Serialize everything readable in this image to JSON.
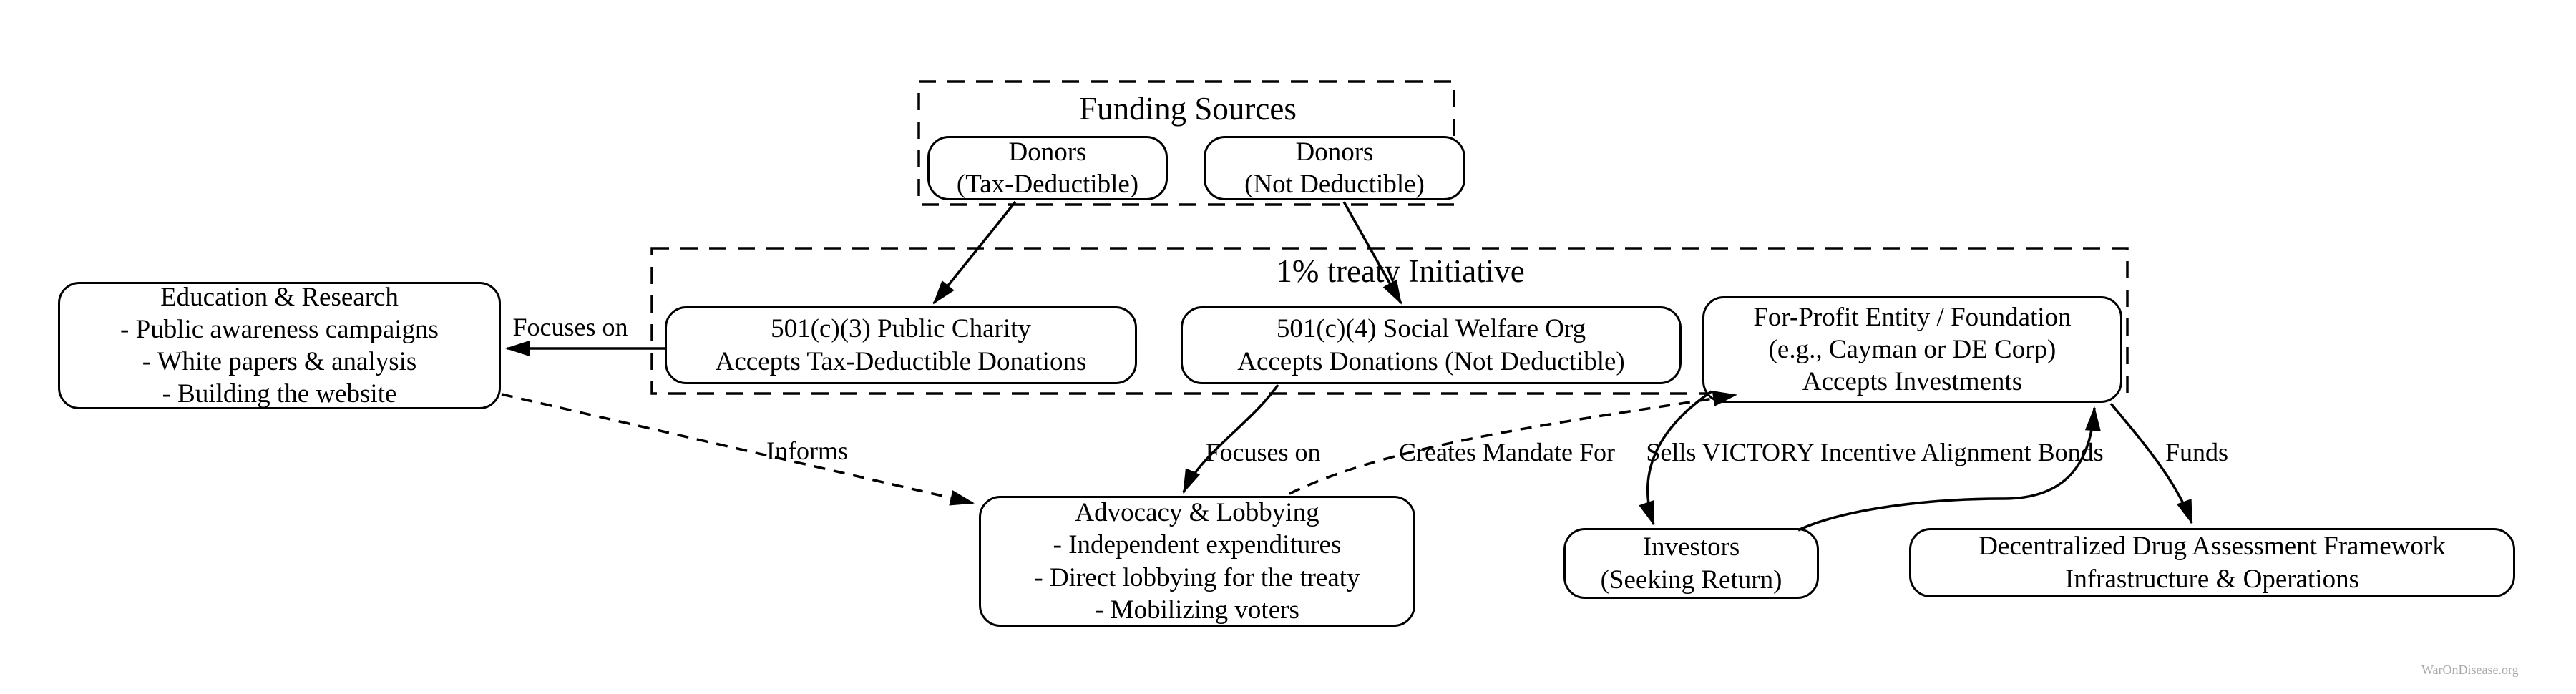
{
  "diagram": {
    "containers": [
      {
        "id": "funding",
        "title": "Funding Sources"
      },
      {
        "id": "treaty",
        "title": "1% treaty Initiative"
      }
    ],
    "nodes": [
      {
        "id": "donors-tax-deductible",
        "lines": [
          "Donors",
          "(Tax-Deductible)"
        ]
      },
      {
        "id": "donors-not-deductible",
        "lines": [
          "Donors",
          "(Not Deductible)"
        ]
      },
      {
        "id": "501c3-public-charity",
        "lines": [
          "501(c)(3) Public Charity",
          "Accepts Tax-Deductible Donations"
        ]
      },
      {
        "id": "501c4-social-welfare",
        "lines": [
          "501(c)(4) Social Welfare Org",
          "Accepts Donations (Not Deductible)"
        ]
      },
      {
        "id": "for-profit-entity",
        "lines": [
          "For-Profit Entity / Foundation",
          "(e.g., Cayman or DE Corp)",
          "Accepts Investments"
        ]
      },
      {
        "id": "education-research",
        "lines": [
          "Education & Research",
          "- Public awareness campaigns",
          "- White papers & analysis",
          "- Building the website"
        ]
      },
      {
        "id": "advocacy-lobbying",
        "lines": [
          "Advocacy & Lobbying",
          "- Independent expenditures",
          "- Direct lobbying for the treaty",
          "- Mobilizing voters"
        ]
      },
      {
        "id": "investors",
        "lines": [
          "Investors",
          "(Seeking Return)"
        ]
      },
      {
        "id": "ddaf",
        "lines": [
          "Decentralized Drug Assessment Framework",
          "Infrastructure & Operations"
        ]
      }
    ],
    "edges": [
      {
        "from": "donors-tax-deductible",
        "to": "501c3-public-charity",
        "style": "solid",
        "label": ""
      },
      {
        "from": "donors-not-deductible",
        "to": "501c4-social-welfare",
        "style": "solid",
        "label": ""
      },
      {
        "from": "501c3-public-charity",
        "to": "education-research",
        "style": "solid",
        "label": "Focuses on"
      },
      {
        "from": "education-research",
        "to": "advocacy-lobbying",
        "style": "dashed",
        "label": "Informs"
      },
      {
        "from": "501c4-social-welfare",
        "to": "advocacy-lobbying",
        "style": "solid",
        "label": "Focuses on"
      },
      {
        "from": "advocacy-lobbying",
        "to": "for-profit-entity",
        "style": "dashed",
        "label": "Creates Mandate For"
      },
      {
        "from": "for-profit-entity",
        "to": "investors",
        "style": "solid",
        "label": "Sells VICTORY Incentive Alignment Bonds"
      },
      {
        "from": "investors",
        "to": "for-profit-entity",
        "style": "solid",
        "label": ""
      },
      {
        "from": "for-profit-entity",
        "to": "ddaf",
        "style": "solid",
        "label": "Funds"
      }
    ],
    "watermark": "WarOnDisease.org",
    "colors": {
      "stroke": "#000000",
      "background": "#ffffff",
      "watermark_text": "#a9a9a9"
    }
  }
}
